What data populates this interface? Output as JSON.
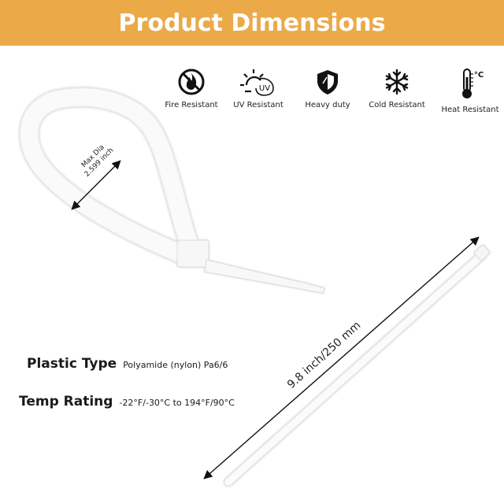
{
  "banner": {
    "title": "Product Dimensions",
    "color": "#eba948"
  },
  "features": [
    {
      "icon": "no-fire-icon",
      "label": "Fire Resistant"
    },
    {
      "icon": "uv-sun-icon",
      "icon_text": "UV",
      "label": "UV Resistant"
    },
    {
      "icon": "shield-icon",
      "label": "Heavy duty"
    },
    {
      "icon": "snowflake-icon",
      "label": "Cold Resistant"
    },
    {
      "icon": "thermometer-icon",
      "icon_text": "°C",
      "label": "Heat Resistant"
    }
  ],
  "loop_dimension": {
    "line1": "Max Dia",
    "line2": "2.599 inch"
  },
  "length_dimension": {
    "label": "9.8 inch/250 mm"
  },
  "specs": {
    "plastic_type": {
      "key": "Plastic Type",
      "value": "Polyamide (nylon) Pa6/6"
    },
    "temp_rating": {
      "key": "Temp Rating",
      "value": "-22°F/-30°C to 194°F/90°C"
    }
  }
}
